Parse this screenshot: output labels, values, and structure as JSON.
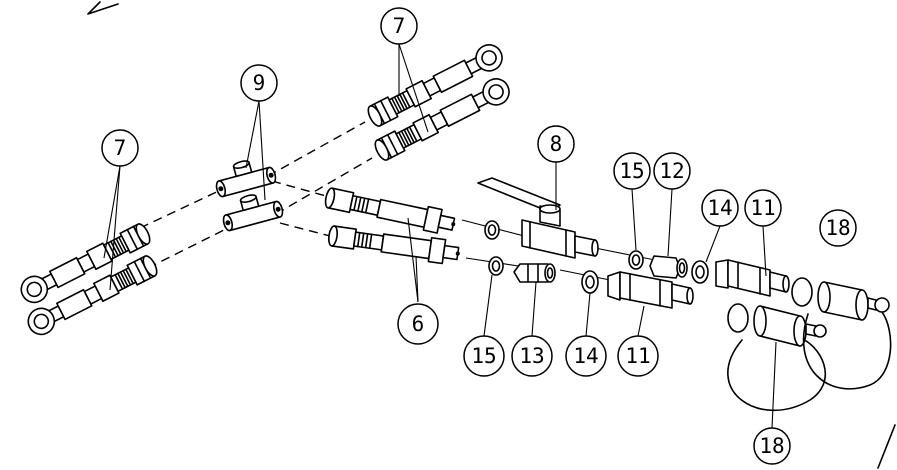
{
  "callouts": {
    "c7_top": "7",
    "c7_left": "7",
    "c9": "9",
    "c8": "8",
    "c6": "6",
    "c15_top": "15",
    "c12": "12",
    "c14_right": "14",
    "c11_right": "11",
    "c18_top": "18",
    "c15_bottom": "15",
    "c13": "13",
    "c14_bottom": "14",
    "c11_bottom": "11",
    "c18_bottom": "18"
  },
  "colors": {
    "ink": "#000000",
    "paper": "#ffffff"
  }
}
